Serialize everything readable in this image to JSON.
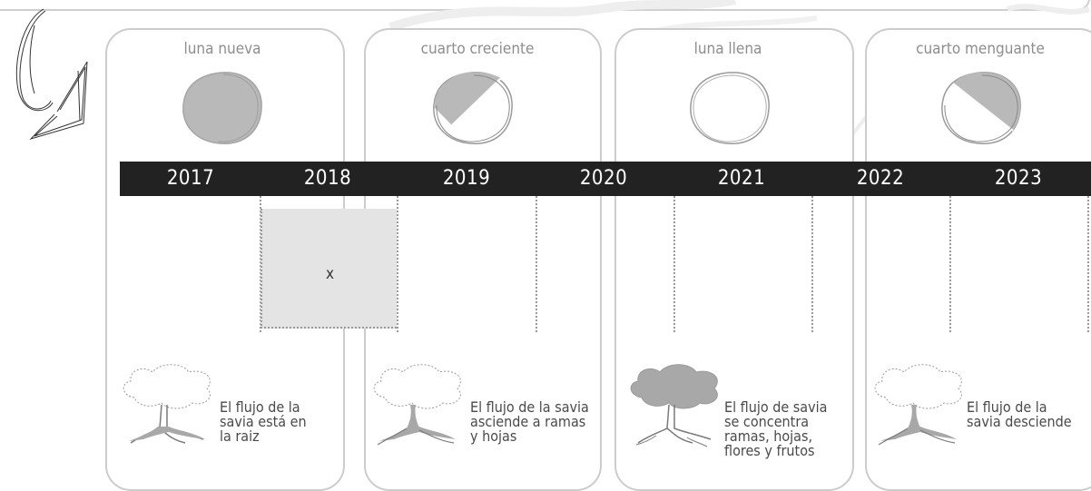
{
  "phases": [
    {
      "label": "luna nueva",
      "moon": "new-moon-icon",
      "description": "El flujo de la\nsavia está en\nla raiz",
      "tree": "tree-roots-icon"
    },
    {
      "label": "cuarto creciente",
      "moon": "first-quarter-moon-icon",
      "description": "El flujo de la savia\nasciende a ramas\ny hojas",
      "tree": "tree-trunk-icon"
    },
    {
      "label": "luna llena",
      "moon": "full-moon-icon",
      "description": "El flujo de savia\nse concentra\nramas, hojas,\nflores y frutos",
      "tree": "tree-canopy-icon"
    },
    {
      "label": "cuarto menguante",
      "moon": "last-quarter-moon-icon",
      "description": "El flujo de la\nsavia desciende",
      "tree": "tree-trunk-icon"
    }
  ],
  "timeline": {
    "years": [
      "2017",
      "2018",
      "2019",
      "2020",
      "2021",
      "2022",
      "2023"
    ],
    "selected_year": "2018",
    "selected_mark": "x"
  },
  "colors": {
    "band": "#222222",
    "panel_border": "#cccccc",
    "fill_gray": "#b9b9b9",
    "selection": "#e4e4e4"
  }
}
